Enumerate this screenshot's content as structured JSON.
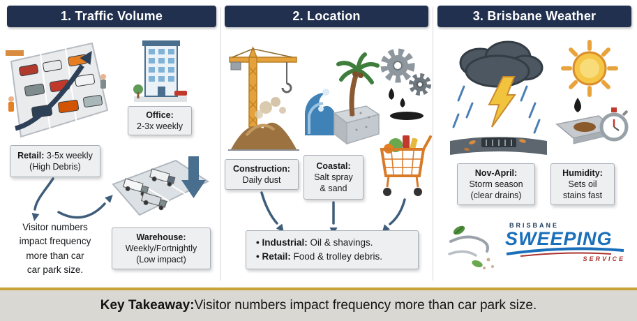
{
  "panels": {
    "traffic": {
      "title": "1. Traffic Volume",
      "retail_bold": "Retail:",
      "retail_rest": " 3-5x weekly\n(High Debris)",
      "office_bold": "Office:",
      "office_rest": "\n2-3x weekly",
      "warehouse_bold": "Warehouse:",
      "warehouse_rest": "\nWeekly/Fortnightly\n(Low impact)",
      "note": "Visitor numbers\nimpact frequency\nmore than car\ncar park size."
    },
    "location": {
      "title": "2. Location",
      "construction_bold": "Construction:",
      "construction_rest": "\nDaily dust",
      "coastal_bold": "Coastal:",
      "coastal_rest": "\nSalt spray\n& sand",
      "bullet1_bold": "• Industrial:",
      "bullet1_rest": " Oil & shavings.",
      "bullet2_bold": "• Retail:",
      "bullet2_rest": " Food & trolley debris."
    },
    "weather": {
      "title": "3. Brisbane Weather",
      "storm_bold": "Nov-April:",
      "storm_rest": "\nStorm season\n(clear drains)",
      "humidity_bold": "Humidity:",
      "humidity_rest": "\nSets oil\nstains fast",
      "logo_top": "BRISBANE",
      "logo_main": "SWEEPING",
      "logo_bottom": "SERVICE"
    }
  },
  "takeaway": {
    "label": "Key Takeaway:",
    "text": " Visitor numbers impact frequency more than car park size."
  },
  "icons": [
    "retail-parking-illustration",
    "office-building-icon",
    "warehouse-trucks-icon",
    "trend-up-arrow-icon",
    "down-arrow-icon",
    "curved-arrow-icon",
    "crane-icon",
    "dirt-pile-icon",
    "palm-tree-icon",
    "wave-icon",
    "sand-block-icon",
    "gears-icon",
    "oil-drip-icon",
    "shopping-cart-icon",
    "storm-cloud-icon",
    "lightning-icon",
    "rain-icon",
    "drain-grate-icon",
    "sun-icon",
    "oil-drop-icon",
    "stained-tile-icon",
    "stopwatch-icon",
    "wind-leaves-icon",
    "brisbane-sweeping-logo"
  ],
  "colors": {
    "header_bg": "#20304e",
    "accent_gold": "#c9a23a",
    "takeaway_bg": "#d9d8d3",
    "box_bg": "#edeff0",
    "box_border": "#a8afb6",
    "arrow": "#3e5d7a",
    "logo_blue": "#1a6fba",
    "logo_navy": "#1b3a5c",
    "logo_red": "#a8322d"
  }
}
